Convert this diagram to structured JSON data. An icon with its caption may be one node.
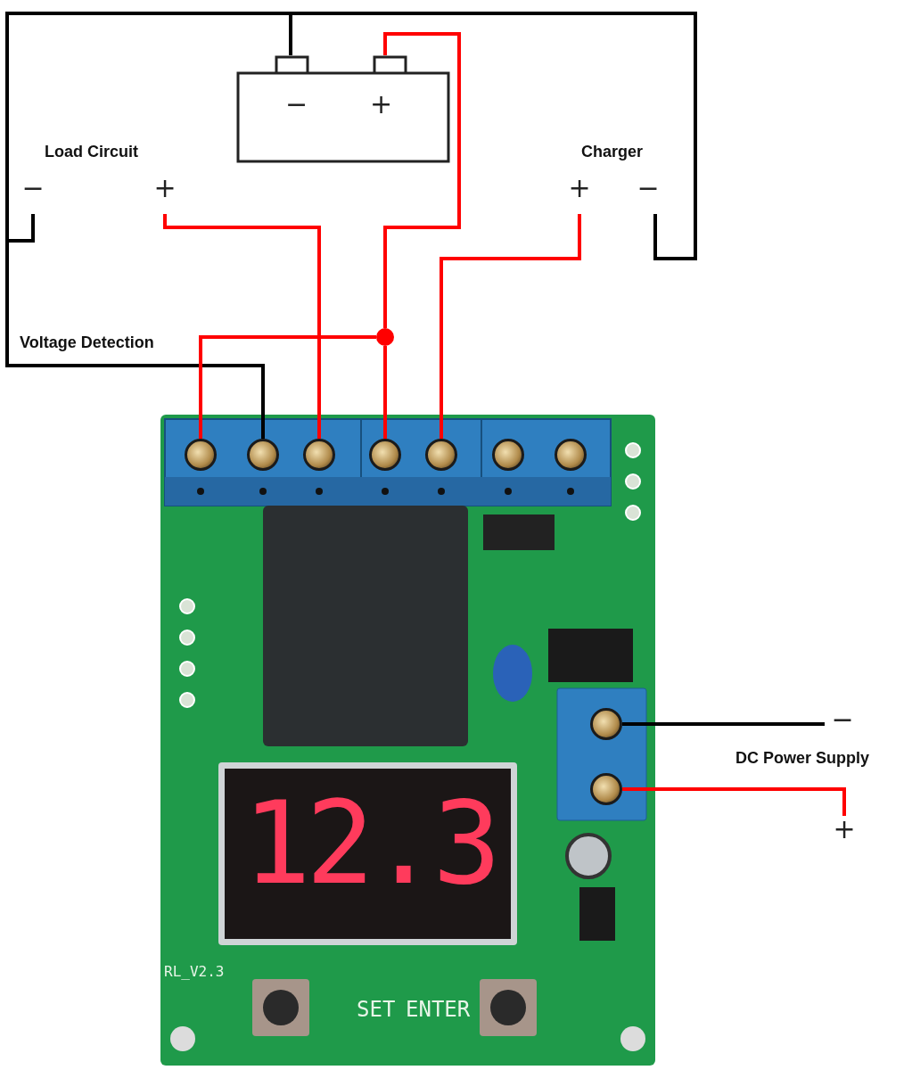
{
  "diagram": {
    "nodes": [
      {
        "text": [
          "−",
          "+"
        ]
      },
      {
        "text": [
          "−"
        ]
      },
      {
        "text": [
          "+"
        ]
      },
      {
        "text": [
          "+"
        ]
      },
      {
        "text": [
          "−"
        ]
      },
      {
        "text": [],
        "shape": "circle"
      },
      {
        "text": [],
        "shape": "picture"
      },
      {
        "text": [],
        "shape": "circle",
        "in": 6
      },
      {
        "text": [],
        "shape": "circle",
        "in": 6
      },
      {
        "text": [],
        "shape": "circle",
        "in": 6
      },
      {
        "text": [],
        "shape": "circle",
        "in": 6
      },
      {
        "text": [],
        "shape": "circle",
        "in": 6
      },
      {
        "text": [],
        "shape": "circle",
        "in": 6
      },
      {
        "text": [],
        "shape": "circle",
        "in": 6
      },
      {
        "text": [],
        "shape": "circle",
        "in": 6
      },
      {
        "text": [],
        "shape": "circle",
        "in": 6
      },
      {
        "text": [
          "−"
        ]
      },
      {
        "text": [
          "+"
        ]
      }
    ],
    "edges": [
      {
        "from": 0,
        "to": 1,
        "arrow": "none",
        "color": "#000000"
      },
      {
        "from": 0,
        "to": 4,
        "arrow": "none",
        "color": "#000000"
      },
      {
        "from": 1,
        "to": 8,
        "arrow": "none",
        "color": "#000000"
      },
      {
        "from": 0,
        "to": 5,
        "arrow": "none"
      },
      {
        "from": 5,
        "to": 10,
        "arrow": "none"
      },
      {
        "from": 5,
        "to": 7,
        "arrow": "none"
      },
      {
        "from": 2,
        "to": 9,
        "arrow": "none"
      },
      {
        "from": 3,
        "to": 11,
        "arrow": "none"
      },
      {
        "from": 16,
        "to": 14,
        "arrow": "none",
        "color": "#000000"
      },
      {
        "from": 17,
        "to": 15,
        "arrow": "none"
      }
    ],
    "labels": [
      "Load Circuit",
      "Charger",
      "Voltage Detection",
      "DC Power Supply",
      "12.3",
      "RL_V2.3",
      "SET",
      "ENTER"
    ]
  }
}
